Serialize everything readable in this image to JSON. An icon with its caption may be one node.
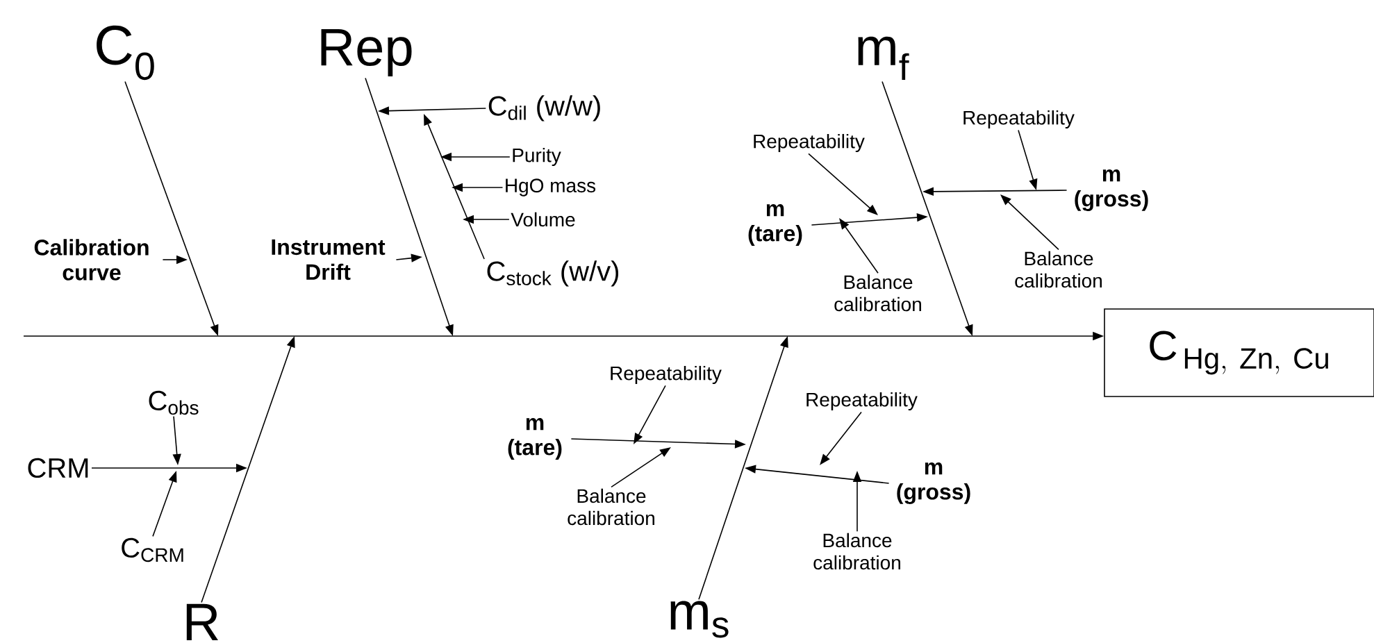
{
  "diagram": {
    "nodes": [
      {
        "text": [
          "C$_{0}$"
        ]
      },
      {
        "text": [
          "Rep"
        ]
      },
      {
        "text": [
          "C$_{dil}$ (w/w)"
        ]
      },
      {
        "text": [
          "Purity"
        ]
      },
      {
        "text": [
          "HgO mass"
        ]
      },
      {
        "text": [
          "Volume"
        ]
      },
      {
        "text": [
          "Calibration curve"
        ]
      },
      {
        "text": [
          "Instrument Drift"
        ]
      },
      {
        "text": [
          "C$_{stock}$ (w/v)"
        ]
      },
      {
        "text": [
          "m$_{f}$"
        ]
      },
      {
        "text": [
          "Repeatability"
        ]
      },
      {
        "text": [
          "Repeatability"
        ]
      },
      {
        "text": [
          "m (tare)"
        ]
      },
      {
        "text": [
          "m (gross)"
        ]
      },
      {
        "text": [
          "Balance calibration"
        ]
      },
      {
        "text": [
          "Balance calibration"
        ]
      },
      {
        "text": [
          "\\mathrm{C}_{\\,\\mathrm{Hg,\\ Zn,\\ Cu}}"
        ]
      },
      {
        "text": [
          "C$_{obs}$"
        ]
      },
      {
        "text": [
          "CRM"
        ]
      },
      {
        "text": [
          "Repeatability"
        ]
      },
      {
        "text": [
          "Repeatability"
        ]
      },
      {
        "text": [
          "m (tare)"
        ]
      },
      {
        "text": [
          "m (gross)"
        ]
      },
      {
        "text": [
          "Balance calibration"
        ]
      },
      {
        "text": [
          "C$_{CRM}$"
        ]
      },
      {
        "text": [
          "Balance calibration"
        ]
      },
      {
        "text": [
          "R"
        ]
      },
      {
        "text": [
          "m$_{s}$"
        ]
      }
    ],
    "edges": [
      {
        "from": null,
        "to": 16,
        "arrow": "to"
      },
      {
        "from": 0,
        "to": null,
        "arrow": "to"
      },
      {
        "from": 1,
        "to": null,
        "arrow": "to"
      },
      {
        "from": 9,
        "to": null,
        "arrow": "to"
      },
      {
        "from": 26,
        "to": null,
        "arrow": "to"
      },
      {
        "from": 27,
        "to": null,
        "arrow": "to"
      },
      {
        "from": 6,
        "to": null,
        "arrow": "to"
      },
      {
        "from": 7,
        "to": null,
        "arrow": "to"
      },
      {
        "from": 2,
        "to": null,
        "arrow": "to"
      },
      {
        "from": 8,
        "to": null,
        "arrow": "to"
      },
      {
        "from": 3,
        "to": null,
        "arrow": "to"
      },
      {
        "from": 4,
        "to": null,
        "arrow": "to"
      },
      {
        "from": 5,
        "to": null,
        "arrow": "to"
      },
      {
        "from": 12,
        "to": null,
        "arrow": "to"
      },
      {
        "from": 11,
        "to": null,
        "arrow": "to"
      },
      {
        "from": 14,
        "to": null,
        "arrow": "to"
      },
      {
        "from": 13,
        "to": null,
        "arrow": "to"
      },
      {
        "from": 10,
        "to": null,
        "arrow": "to"
      },
      {
        "from": 15,
        "to": null,
        "arrow": "to"
      },
      {
        "from": 18,
        "to": null,
        "arrow": "to"
      },
      {
        "from": 17,
        "to": null,
        "arrow": "to"
      },
      {
        "from": 24,
        "to": null,
        "arrow": "to"
      },
      {
        "from": 21,
        "to": null,
        "arrow": "to"
      },
      {
        "from": 19,
        "to": null,
        "arrow": "to"
      },
      {
        "from": 23,
        "to": null,
        "arrow": "to"
      },
      {
        "from": 22,
        "to": null,
        "arrow": "to"
      },
      {
        "from": 20,
        "to": null,
        "arrow": "to"
      },
      {
        "from": 25,
        "to": null,
        "arrow": "to"
      }
    ]
  }
}
